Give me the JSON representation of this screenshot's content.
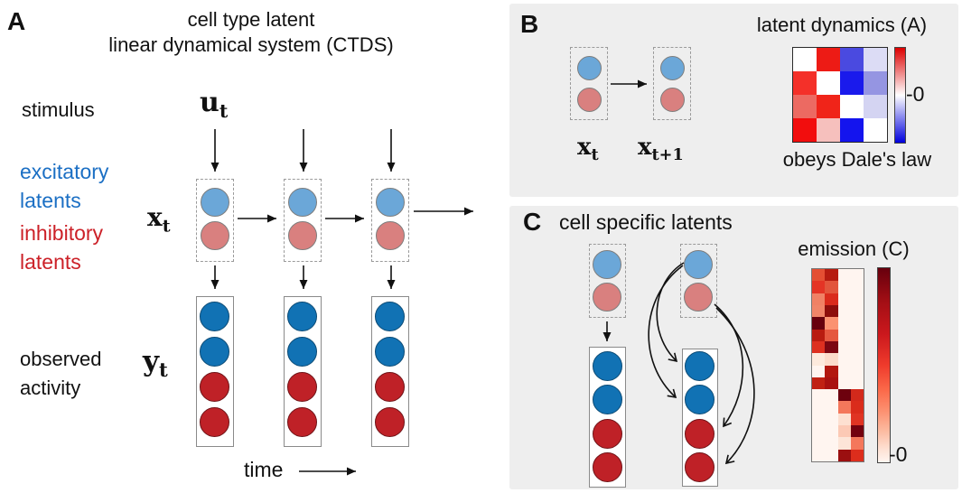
{
  "panels": {
    "a": {
      "label": "A",
      "title1": "cell type latent",
      "title2": "linear dynamical system (CTDS)",
      "stimulus": "stimulus",
      "u_base": "u",
      "u_sub": "t",
      "excitatory1": "excitatory",
      "excitatory2": "latents",
      "x_base": "x",
      "x_sub": "t",
      "inhibitory1": "inhibitory",
      "inhibitory2": "latents",
      "observed1": "observed",
      "observed2": "activity",
      "y_base": "y",
      "y_sub": "t",
      "time": "time"
    },
    "b": {
      "label": "B",
      "x_base": "x",
      "x_sub": "t",
      "x1_base": "x",
      "x1_sub": "t+1",
      "title": "latent dynamics (A)",
      "caption": "obeys Dale's law",
      "tick": "-0"
    },
    "c": {
      "label": "C",
      "title": "cell specific latents",
      "heatmap_title": "emission (C)",
      "tick": "-0"
    }
  },
  "colors": {
    "panel_bg": "#eeeeee",
    "light_blue": "#6ba7d8",
    "light_red": "#d9807f",
    "dark_blue": "#1172b4",
    "dark_red": "#bf2127",
    "excitatory_text": "#1b6fc4",
    "inhibitory_text": "#cc2128",
    "arrow": "#111111"
  },
  "chart_data": [
    {
      "id": "latent-dynamics-matrix",
      "type": "heatmap",
      "title": "latent dynamics (A)",
      "rows": 4,
      "cols": 4,
      "cells": [
        [
          "#ffffff",
          "#ed1b15",
          "#4a4ae0",
          "#dcdcf5"
        ],
        [
          "#f43029",
          "#ffffff",
          "#1a1aec",
          "#9595e2"
        ],
        [
          "#ec6a62",
          "#f02419",
          "#ffffff",
          "#d4d4f2"
        ],
        [
          "#f20d0d",
          "#f6c0bd",
          "#1414ee",
          "#ffffff"
        ]
      ],
      "colorbar_stops": [
        "#dd0000",
        "#ffffff 50%",
        "#0000dd"
      ],
      "colorbar_tick": "-0",
      "caption": "obeys Dale's law"
    },
    {
      "id": "emission-matrix",
      "type": "heatmap",
      "title": "emission (C)",
      "rows": 16,
      "cols": 4,
      "cells": [
        [
          "#e44f33",
          "#b61c10",
          "#fff5f0",
          "#fff5f0"
        ],
        [
          "#e43425",
          "#e2553c",
          "#fff5f0",
          "#fff5f0"
        ],
        [
          "#f08165",
          "#da2b1c",
          "#fff5f0",
          "#fff5f0"
        ],
        [
          "#f08569",
          "#8d0e0c",
          "#fff5f0",
          "#fff5f0"
        ],
        [
          "#67000d",
          "#fb9271",
          "#fff5f0",
          "#fff5f0"
        ],
        [
          "#b91c10",
          "#e55840",
          "#fff5f0",
          "#fff5f0"
        ],
        [
          "#dd3020",
          "#7c0712",
          "#fff5f0",
          "#fff5f0"
        ],
        [
          "#fdeadd",
          "#fcdccb",
          "#fff5f0",
          "#fff5f0"
        ],
        [
          "#fff5f0",
          "#b2170f",
          "#fff5f0",
          "#fff5f0"
        ],
        [
          "#c02113",
          "#a91110",
          "#fff5f0",
          "#fff5f0"
        ],
        [
          "#fff5f0",
          "#fff5f0",
          "#6d010e",
          "#d3291b"
        ],
        [
          "#fff5f0",
          "#fff5f0",
          "#f4775b",
          "#da2c1b"
        ],
        [
          "#fff5f0",
          "#fff5f0",
          "#fde0d1",
          "#e03423"
        ],
        [
          "#fff5f0",
          "#fff5f0",
          "#fcc9b5",
          "#73010f"
        ],
        [
          "#fff5f0",
          "#fff5f0",
          "#fde5d8",
          "#f4775b"
        ],
        [
          "#fff5f0",
          "#fff5f0",
          "#9b0f10",
          "#dd2d1c"
        ]
      ],
      "colorbar_stops": [
        "#67000d",
        "#a50f15 18%",
        "#cb181d 34%",
        "#ef3b2c 50%",
        "#fb6a4a 63%",
        "#fc9272 74%",
        "#fcbba1 84%",
        "#fee0d2 93%",
        "#fff5f0"
      ],
      "colorbar_tick": "-0"
    }
  ]
}
